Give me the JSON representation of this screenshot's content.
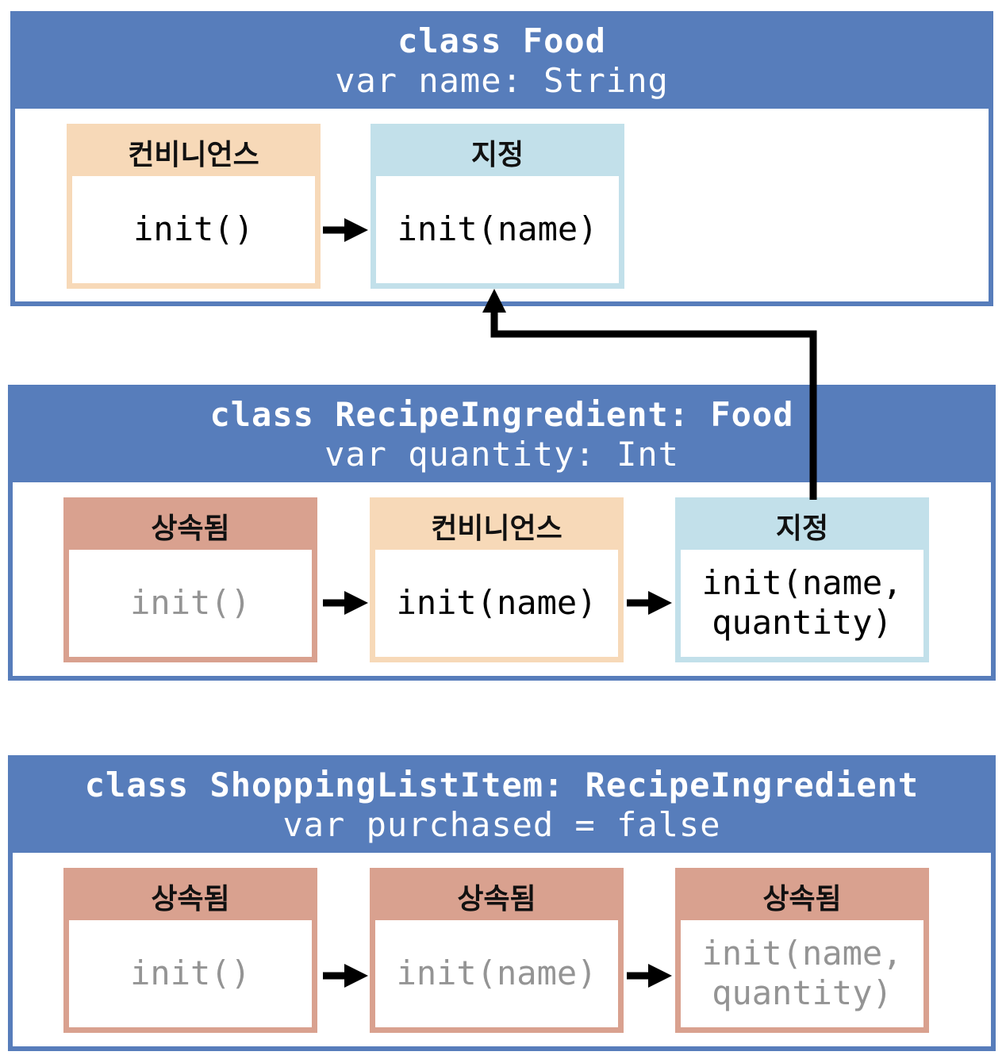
{
  "classes": [
    {
      "title": "class Food",
      "property": "var name: String"
    },
    {
      "title": "class RecipeIngredient: Food",
      "property": "var quantity: Int"
    },
    {
      "title": "class ShoppingListItem: RecipeIngredient",
      "property": "var purchased = false"
    }
  ],
  "food": {
    "convenience": {
      "label": "컨비니언스",
      "signature": "init()"
    },
    "designated": {
      "label": "지정",
      "signature": "init(name)"
    }
  },
  "recipe": {
    "inherited": {
      "label": "상속됨",
      "signature": "init()"
    },
    "convenience": {
      "label": "컨비니언스",
      "signature": "init(name)"
    },
    "designated": {
      "label": "지정",
      "signature": "init(name,\nquantity)"
    }
  },
  "shopping": {
    "inherited1": {
      "label": "상속됨",
      "signature": "init()"
    },
    "inherited2": {
      "label": "상속됨",
      "signature": "init(name)"
    },
    "inherited3": {
      "label": "상속됨",
      "signature": "init(name,\nquantity)"
    }
  },
  "colors": {
    "class_blue": "#577dbb",
    "convenience": "#f7d9b8",
    "designated": "#c2e0ea",
    "inherited": "#d9a18f",
    "inherited_text": "#949494",
    "arrow": "#000000"
  }
}
